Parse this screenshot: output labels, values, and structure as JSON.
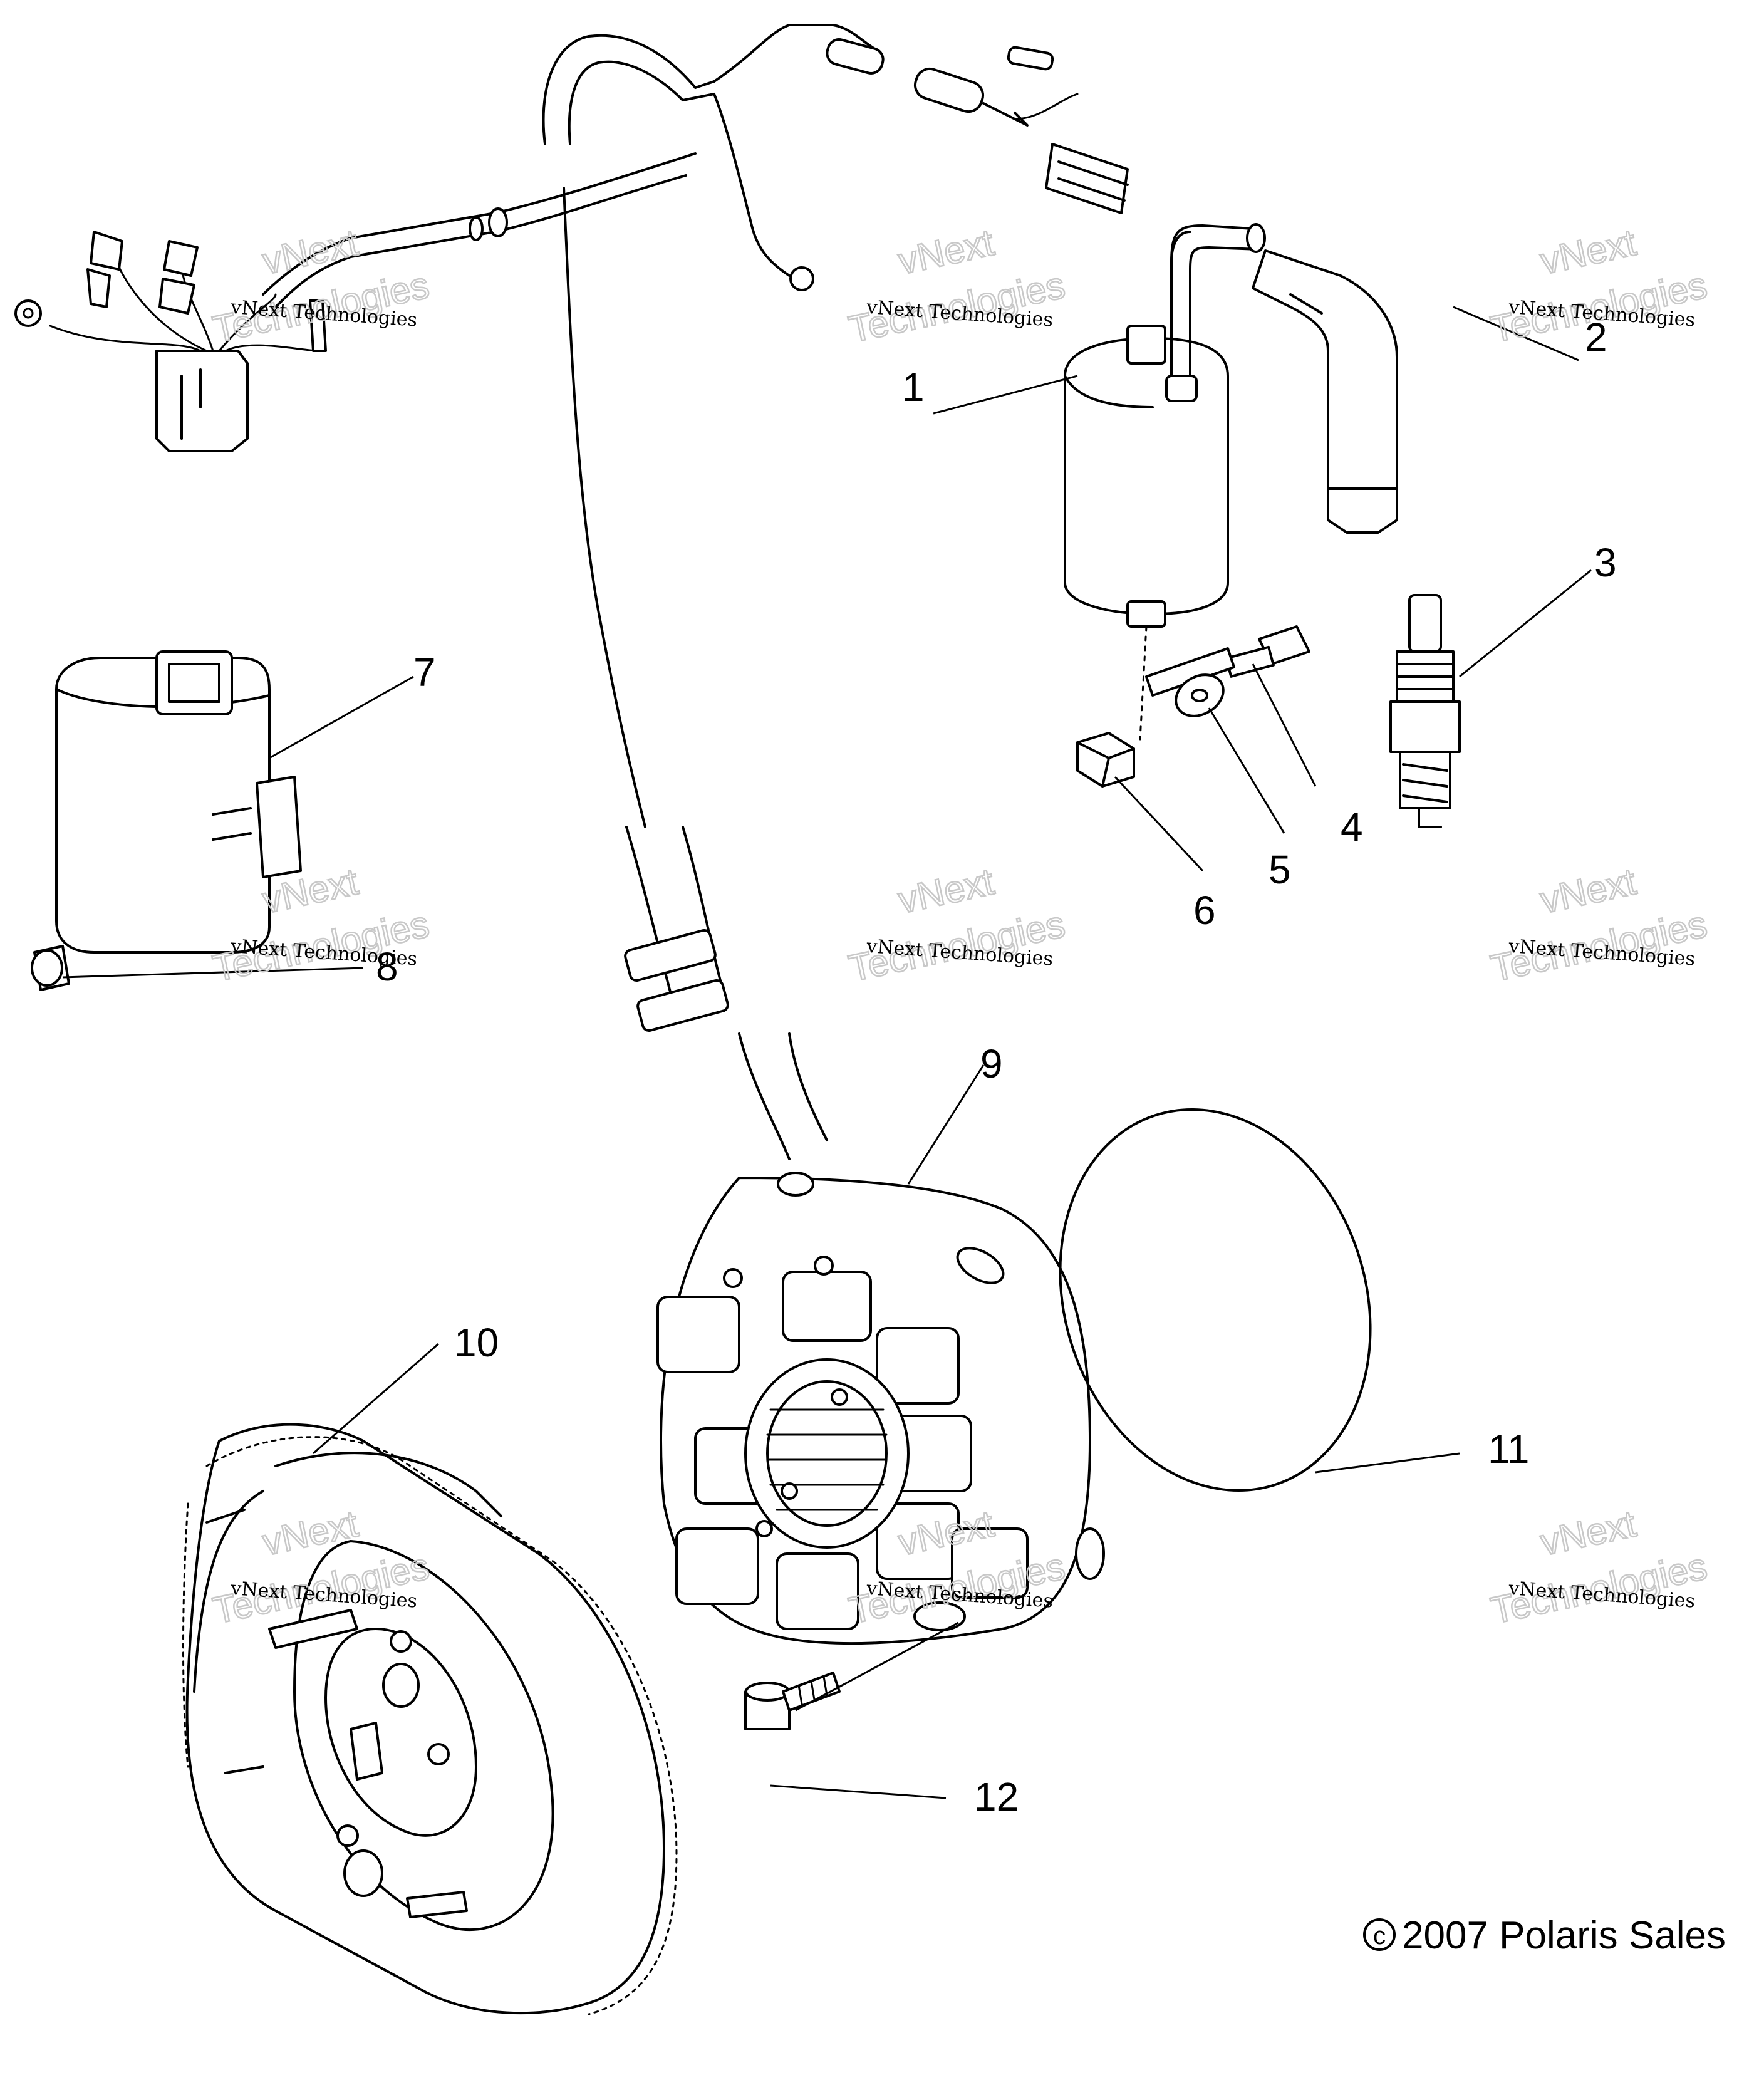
{
  "callouts": [
    {
      "id": "1",
      "label": "1"
    },
    {
      "id": "2",
      "label": "2"
    },
    {
      "id": "3",
      "label": "3"
    },
    {
      "id": "4",
      "label": "4"
    },
    {
      "id": "5",
      "label": "5"
    },
    {
      "id": "6",
      "label": "6"
    },
    {
      "id": "7",
      "label": "7"
    },
    {
      "id": "8",
      "label": "8"
    },
    {
      "id": "9",
      "label": "9"
    },
    {
      "id": "10",
      "label": "10"
    },
    {
      "id": "11",
      "label": "11"
    },
    {
      "id": "12",
      "label": "12"
    }
  ],
  "watermark": {
    "line1": "vNext Technologies",
    "line2a": "vNext",
    "line2b": "Technologies"
  },
  "copyright": "2007 Polaris Sales",
  "copyright_symbol": "c"
}
